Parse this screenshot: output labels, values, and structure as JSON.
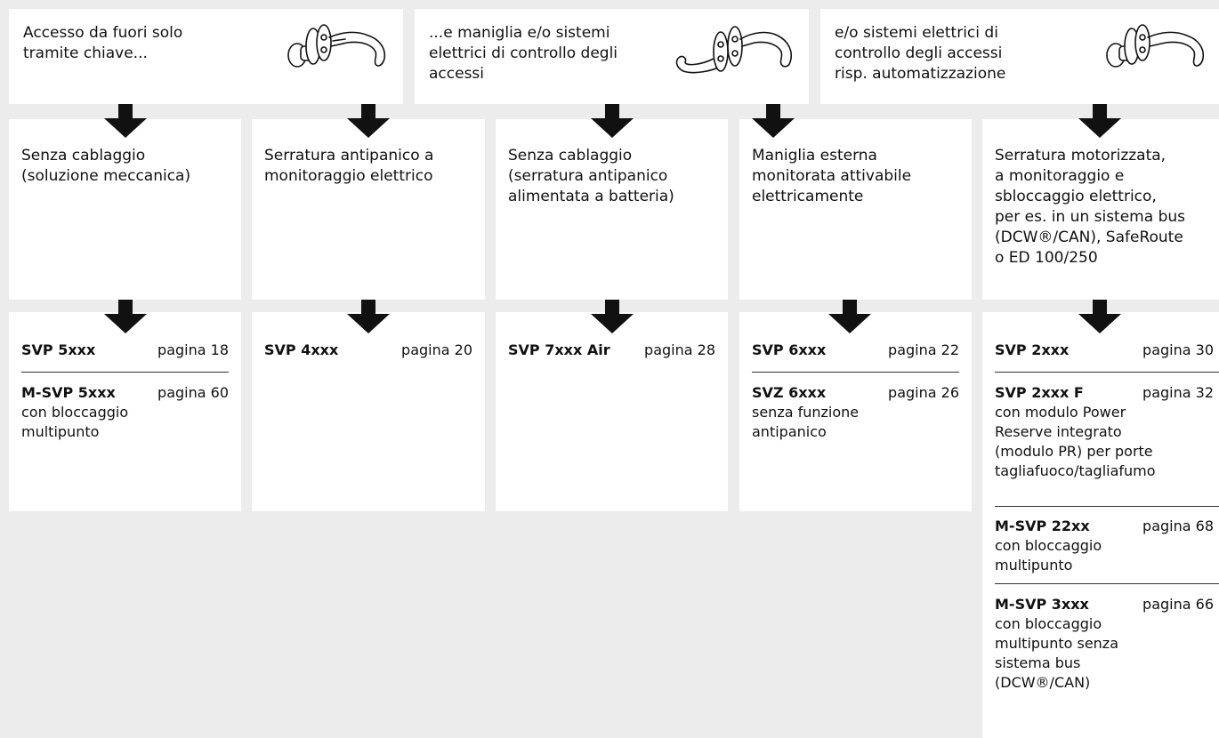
{
  "top_boxes": [
    {
      "text_lines": [
        "Accesso da fuori solo",
        "tramite chiave..."
      ],
      "icon": "door-knob-and-lever-handle-icon"
    },
    {
      "text_lines": [
        "...e maniglia e/o sistemi",
        "elettrici di controllo degli",
        "accessi"
      ],
      "icon": "double-lever-handle-icon"
    },
    {
      "text_lines": [
        "e/o sistemi elettrici di",
        "controllo degli accessi",
        "risp. automatizzazione"
      ],
      "icon": "door-knob-and-lever-handle-icon"
    }
  ],
  "columns": [
    {
      "solution_lines": [
        "Senza cablaggio",
        "(soluzione meccanica)"
      ],
      "products": [
        {
          "code": "SVP 5xxx",
          "page": "pagina 18",
          "note_lines": []
        },
        {
          "code": "M-SVP 5xxx",
          "page": "pagina 60",
          "note_lines": [
            "con bloccaggio",
            "multipunto"
          ]
        }
      ]
    },
    {
      "solution_lines": [
        "Serratura antipanico a",
        "monitoraggio elettrico"
      ],
      "products": [
        {
          "code": "SVP 4xxx",
          "page": "pagina 20",
          "note_lines": []
        }
      ]
    },
    {
      "solution_lines": [
        "Senza cablaggio",
        "(serratura antipanico",
        "alimentata a batteria)"
      ],
      "products": [
        {
          "code": "SVP 7xxx Air",
          "page": "pagina 28",
          "note_lines": []
        }
      ]
    },
    {
      "solution_lines": [
        "Maniglia esterna",
        "monitorata attivabile",
        "elettricamente"
      ],
      "products": [
        {
          "code": "SVP 6xxx",
          "page": "pagina 22",
          "note_lines": []
        },
        {
          "code": "SVZ 6xxx",
          "page": "pagina 26",
          "note_lines": [
            "senza funzione",
            "antipanico"
          ]
        }
      ]
    },
    {
      "solution_lines": [
        "Serratura motorizzata,",
        "a monitoraggio e",
        "sbloccaggio elettrico,",
        "per es. in un sistema bus",
        "(DCW®/CAN), SafeRoute",
        "o ED 100/250"
      ],
      "products": [
        {
          "code": "SVP 2xxx",
          "page": "pagina 30",
          "note_lines": []
        },
        {
          "code": "SVP 2xxx F",
          "page": "pagina 32",
          "note_lines": [
            "con modulo Power",
            "Reserve integrato",
            "(modulo PR) per porte",
            "tagliafuoco/tagliafumo"
          ]
        },
        {
          "code": "M-SVP 22xx",
          "page": "pagina 68",
          "note_lines": [
            "con bloccaggio",
            "multipunto"
          ]
        },
        {
          "code": "M-SVP 3xxx",
          "page": "pagina 66",
          "note_lines": [
            "con bloccaggio",
            "multipunto senza",
            "sistema bus",
            "(DCW®/CAN)"
          ]
        }
      ]
    }
  ]
}
